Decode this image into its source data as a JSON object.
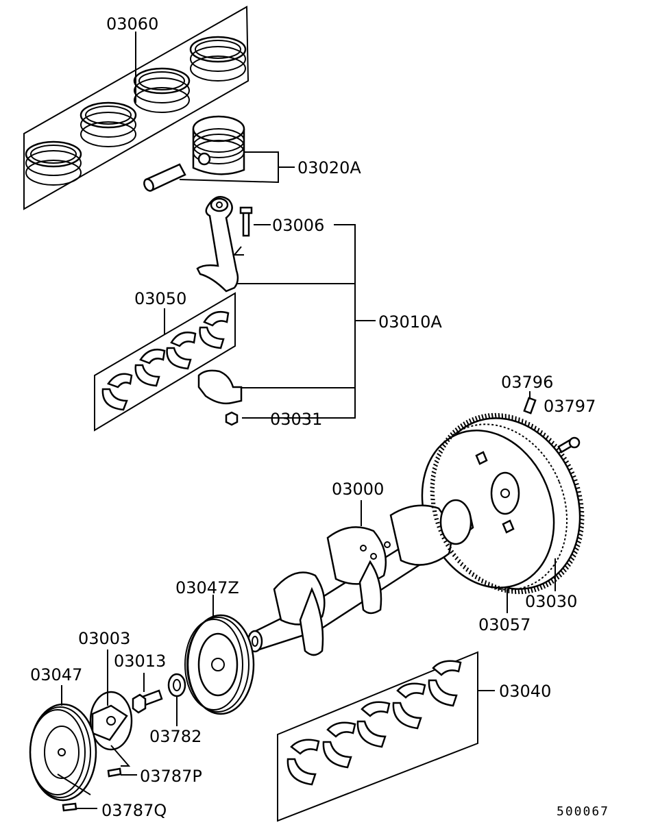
{
  "parts": {
    "p03060": "03060",
    "p03020A": "03020A",
    "p03006": "03006",
    "p03010A": "03010A",
    "p03050": "03050",
    "p03031": "03031",
    "p03796": "03796",
    "p03797": "03797",
    "p03000": "03000",
    "p03030": "03030",
    "p03057": "03057",
    "p03047Z": "03047Z",
    "p03003": "03003",
    "p03013": "03013",
    "p03047": "03047",
    "p03040": "03040",
    "p03782": "03782",
    "p03787P": "03787P",
    "p03787Q": "03787Q"
  },
  "diagram_ref": "500067"
}
